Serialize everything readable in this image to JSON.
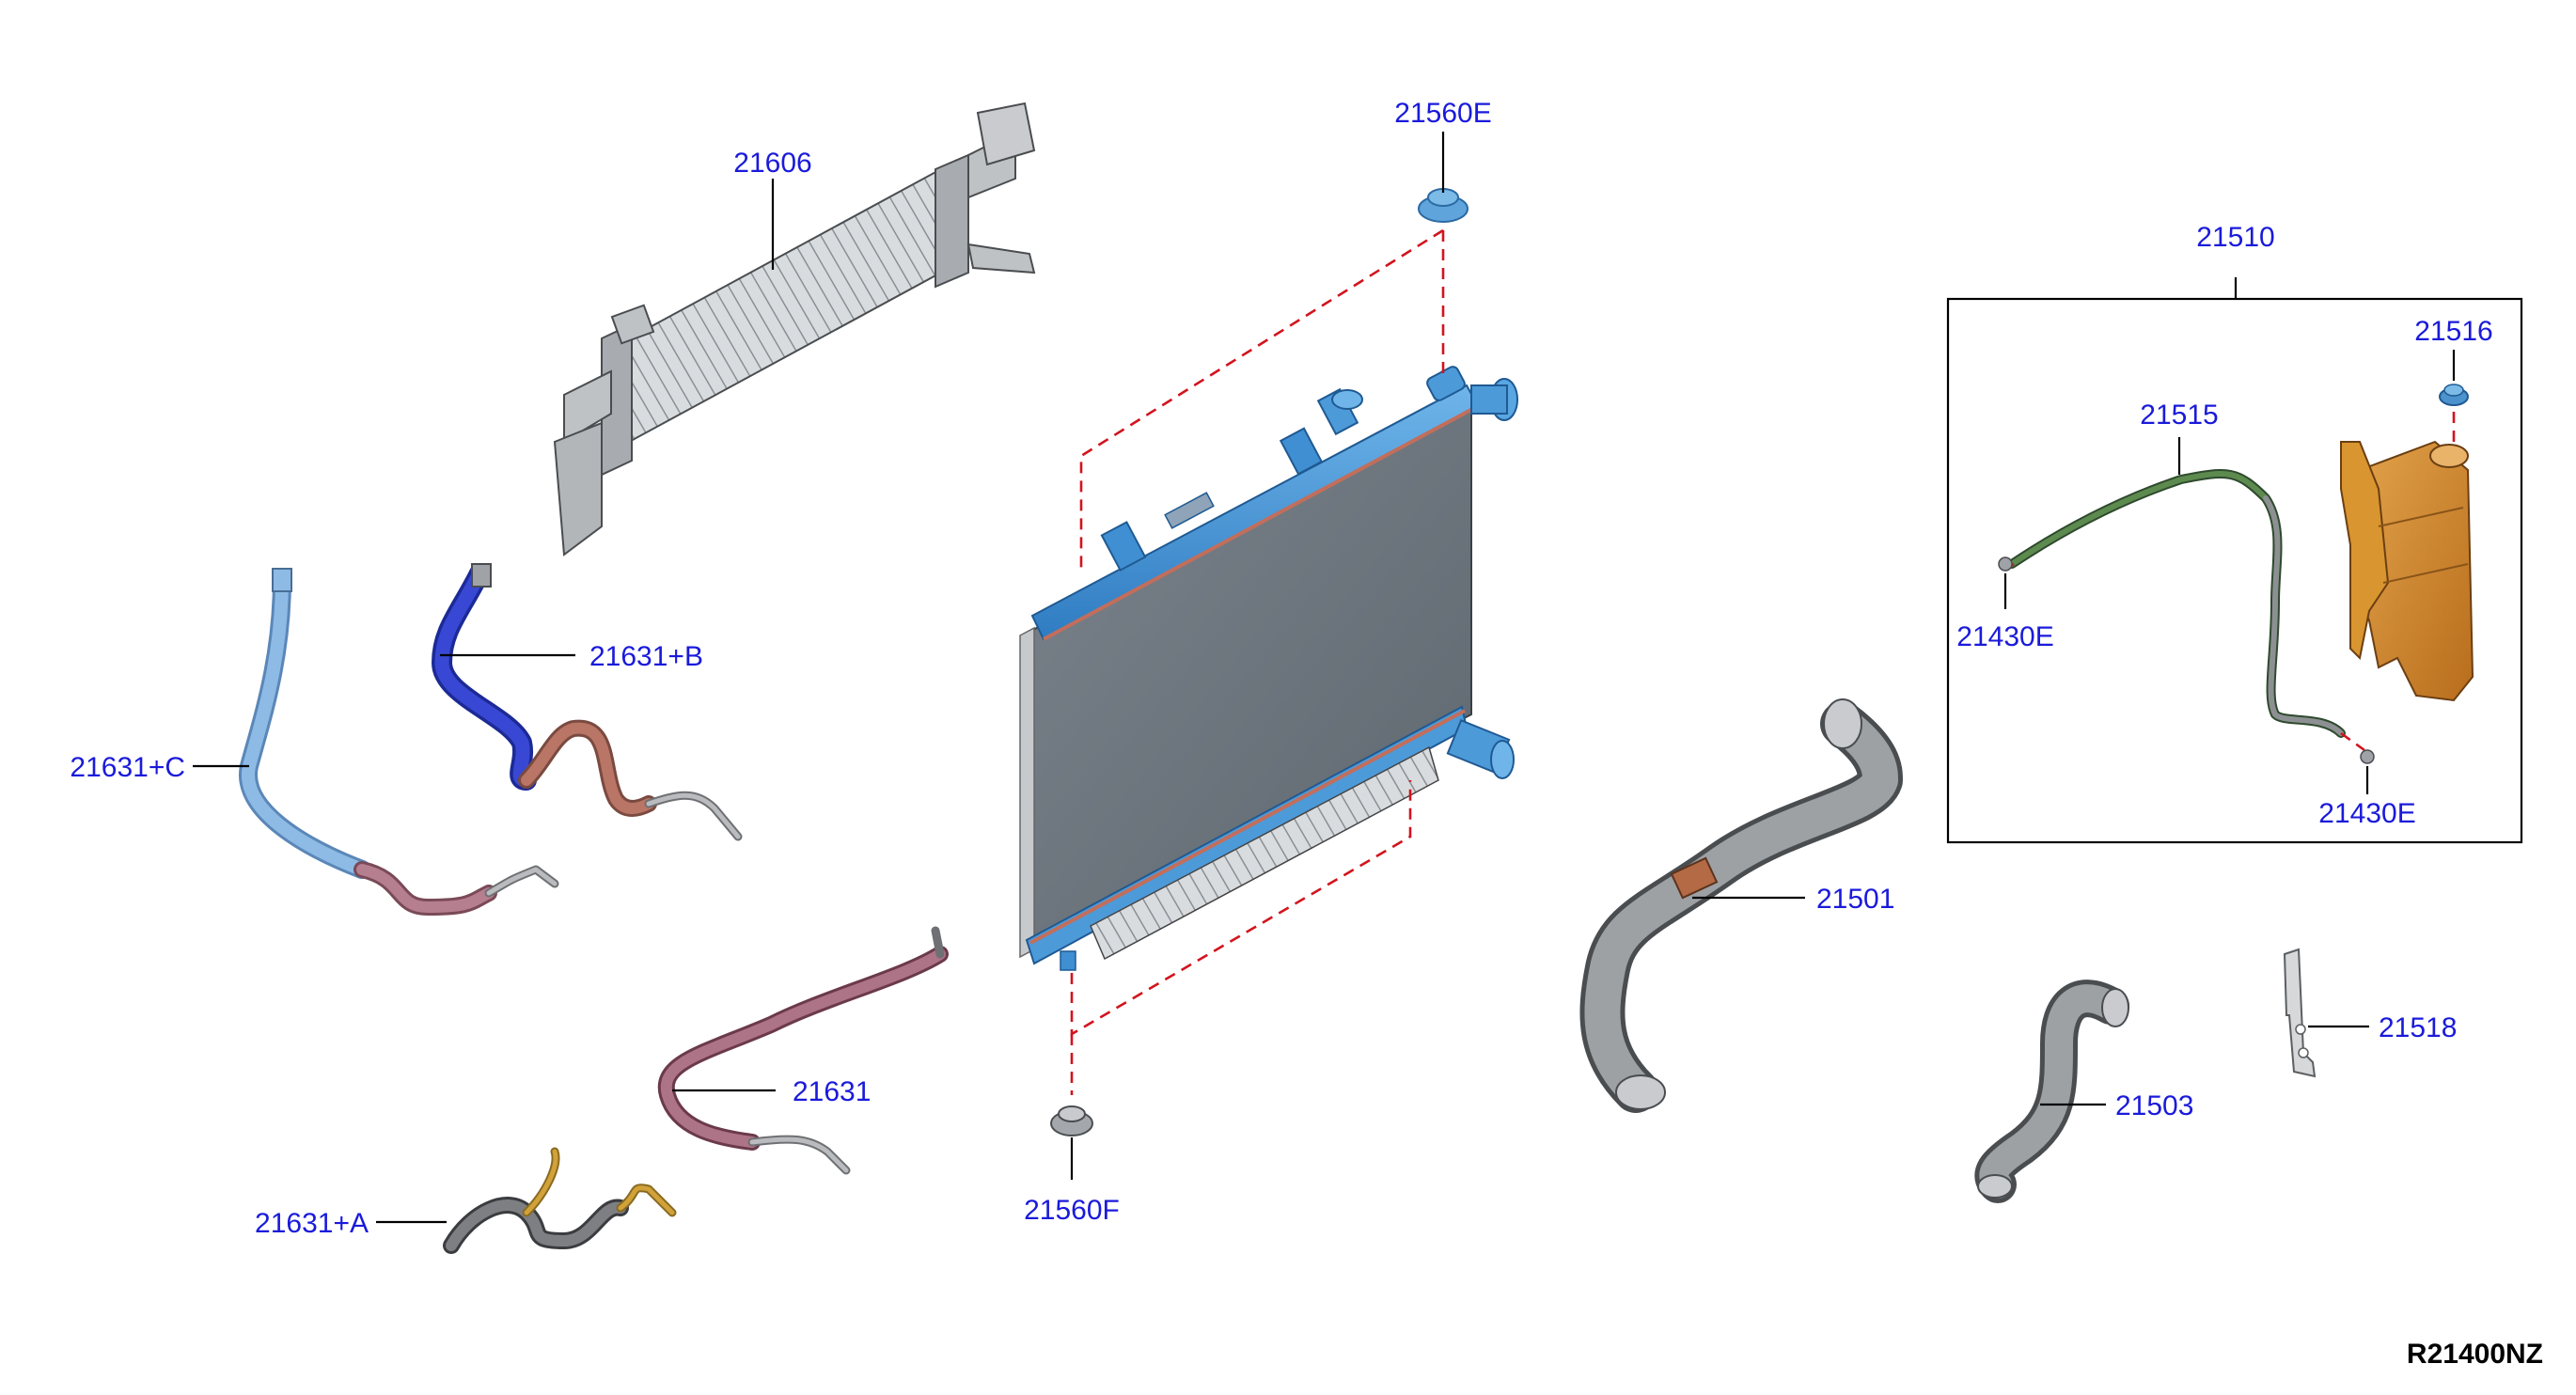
{
  "diagram": {
    "reference_code": "R21400NZ",
    "colors": {
      "label_text": "#1a1adb",
      "callout_line": "#000000",
      "dashed_guide": "#d2141e",
      "radiator_tank": "#3f8fd2",
      "radiator_core": "#6a737b",
      "reservoir_tank": "#d98a2b",
      "hose_blue": "#7fb0de",
      "hose_dark_blue": "#2a3bc6",
      "hose_maroon": "#9a5a6c",
      "hose_gray": "#7d7f82",
      "hose_gold": "#d1a23a"
    },
    "parts": [
      {
        "id": "21606",
        "label": "21606",
        "name": "oil-cooler",
        "icon": "oil-cooler-icon"
      },
      {
        "id": "21560E",
        "label": "21560E",
        "name": "mount-insulator-upper",
        "icon": "mount-insulator-icon"
      },
      {
        "id": "21560F",
        "label": "21560F",
        "name": "mount-insulator-lower",
        "icon": "mount-insulator-icon"
      },
      {
        "id": "21510",
        "label": "21510",
        "name": "reservoir-tank-assembly",
        "icon": "reservoir-assembly-icon"
      },
      {
        "id": "21516",
        "label": "21516",
        "name": "reservoir-cap",
        "icon": "reservoir-cap-icon"
      },
      {
        "id": "21515",
        "label": "21515",
        "name": "overflow-hose",
        "icon": "overflow-hose-icon"
      },
      {
        "id": "21430E_a",
        "label": "21430E",
        "name": "hose-clamp-upper",
        "icon": "clamp-icon"
      },
      {
        "id": "21430E_b",
        "label": "21430E",
        "name": "hose-clamp-lower",
        "icon": "clamp-icon"
      },
      {
        "id": "21631B",
        "label": "21631+B",
        "name": "cooler-hose-b",
        "icon": "cooler-hose-icon"
      },
      {
        "id": "21631C",
        "label": "21631+C",
        "name": "cooler-hose-c",
        "icon": "cooler-hose-icon"
      },
      {
        "id": "21631",
        "label": "21631",
        "name": "cooler-hose",
        "icon": "cooler-hose-icon"
      },
      {
        "id": "21631A",
        "label": "21631+A",
        "name": "cooler-hose-a",
        "icon": "cooler-hose-icon"
      },
      {
        "id": "21501",
        "label": "21501",
        "name": "upper-radiator-hose",
        "icon": "radiator-hose-icon"
      },
      {
        "id": "21503",
        "label": "21503",
        "name": "lower-radiator-hose",
        "icon": "radiator-hose-icon"
      },
      {
        "id": "21518",
        "label": "21518",
        "name": "bracket",
        "icon": "bracket-icon"
      }
    ]
  }
}
